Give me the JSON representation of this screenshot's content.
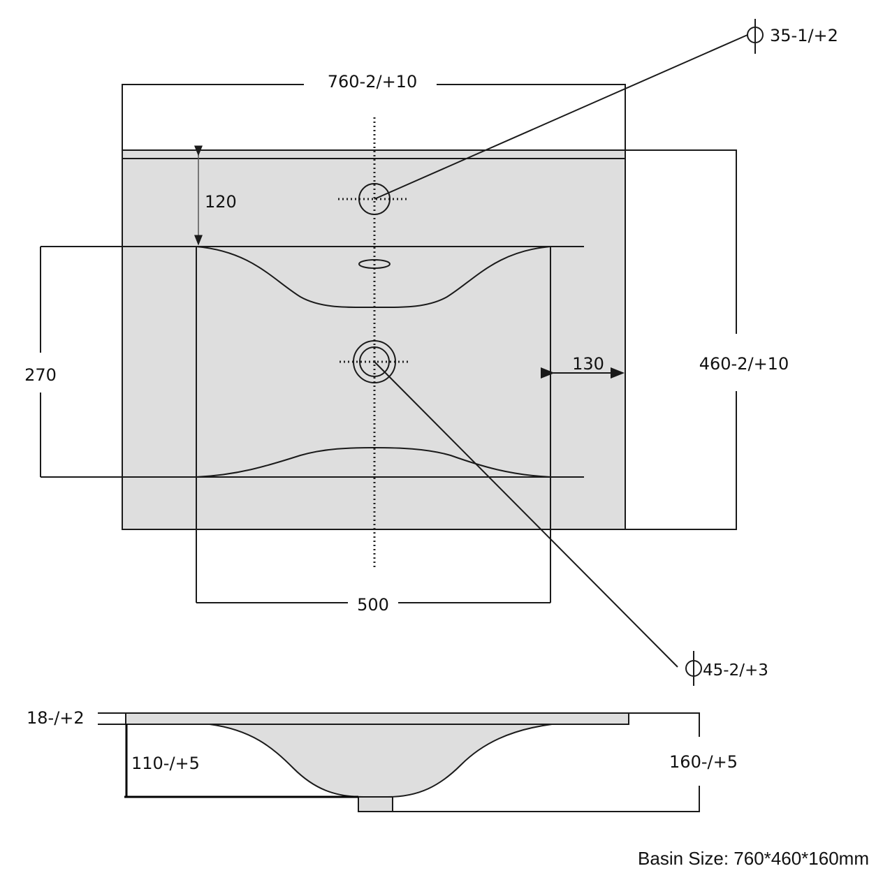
{
  "drawing": {
    "top_view": {
      "overall_width": "760-2/+10",
      "overall_depth": "460-2/+10",
      "tap_hole_diameter": "35-1/+2",
      "tap_hole_offset": "120",
      "bowl_depth": "270",
      "bowl_width": "500",
      "side_margin": "130",
      "drain_diameter": "45-2/+3"
    },
    "side_view": {
      "flange_thickness": "18-/+2",
      "bowl_height": "110-/+5",
      "total_height": "160-/+5"
    },
    "caption": "Basin Size: 760*460*160mm"
  },
  "colors": {
    "fill": "#dedede",
    "line": "#1a1a1a"
  }
}
